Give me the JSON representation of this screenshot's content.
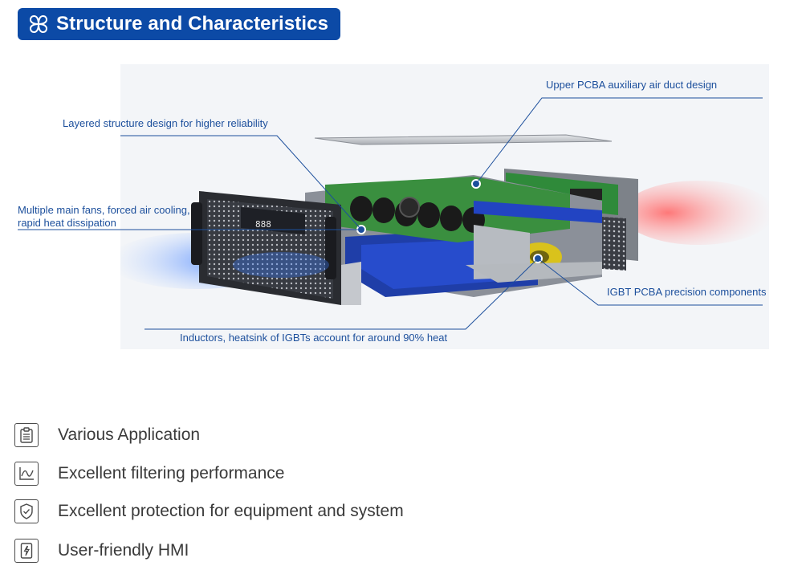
{
  "header": {
    "title": "Structure and Characteristics",
    "icon": "four-petal-icon",
    "accent_color": "#0c4aa6"
  },
  "diagram": {
    "callouts": [
      {
        "id": "upper-pcba",
        "text": "Upper PCBA auxiliary air duct design"
      },
      {
        "id": "layered",
        "text": "Layered structure design for higher reliability"
      },
      {
        "id": "fans-line1",
        "text": "Multiple main fans, forced air cooling,"
      },
      {
        "id": "fans-line2",
        "text": "rapid heat dissipation"
      },
      {
        "id": "igbt",
        "text": "IGBT PCBA precision components"
      },
      {
        "id": "inductors",
        "text": "Inductors, heatsink of IGBTs account for around 90% heat"
      }
    ],
    "panel_display": "888",
    "callout_color": "#1c4f9c"
  },
  "features": [
    {
      "label": "Various Application",
      "icon": "clipboard-icon"
    },
    {
      "label": "Excellent filtering performance",
      "icon": "line-chart-icon"
    },
    {
      "label": "Excellent protection for equipment and system",
      "icon": "shield-check-icon"
    },
    {
      "label": "User-friendly HMI",
      "icon": "tablet-lightning-icon"
    }
  ]
}
